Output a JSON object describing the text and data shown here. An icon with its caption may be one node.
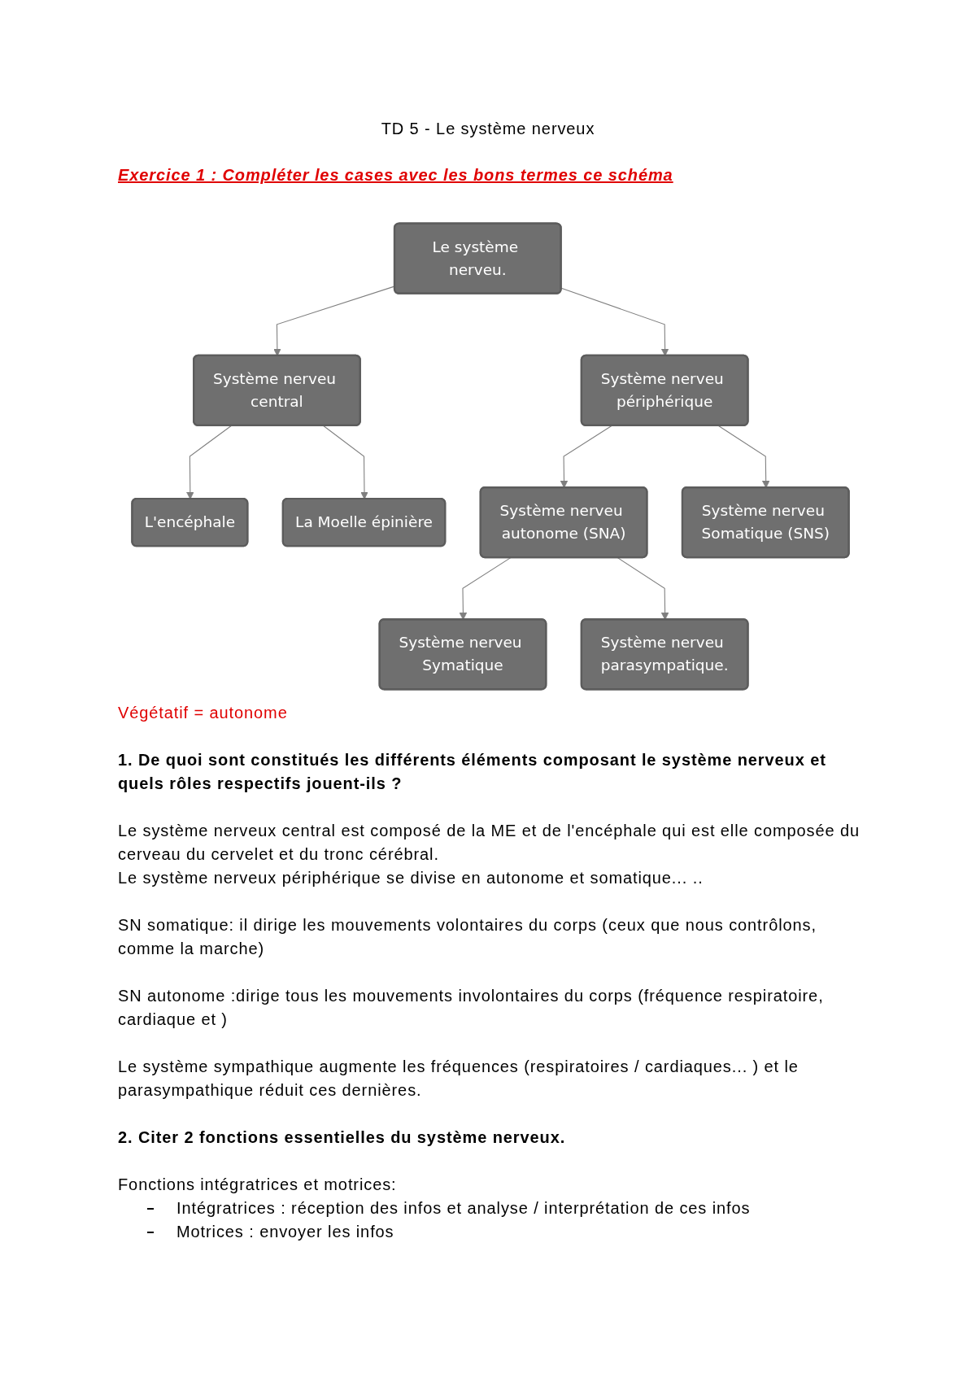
{
  "diagram": {
    "title": "TD 5 - Le système nerveux",
    "nodes": [
      {
        "text": [
          "Le système nerveu."
        ]
      },
      {
        "text": [
          "Système nerveu central"
        ]
      },
      {
        "text": [
          "Système nerveu périphérique"
        ]
      },
      {
        "text": [
          "L'encéphale"
        ]
      },
      {
        "text": [
          "La Moelle épinière"
        ]
      },
      {
        "text": [
          "Système nerveu autonome (SNA)"
        ]
      },
      {
        "text": [
          "Système nerveu Somatique (SNS)"
        ]
      },
      {
        "text": [
          "Système nerveu Symatique"
        ]
      },
      {
        "text": [
          "Système nerveu parasympatique."
        ]
      }
    ],
    "edges": [
      {
        "from": 0,
        "to": 1,
        "arrow": "to"
      },
      {
        "from": 0,
        "to": 2,
        "arrow": "to"
      },
      {
        "from": 1,
        "to": 3,
        "arrow": "to"
      },
      {
        "from": 1,
        "to": 4,
        "arrow": "to"
      },
      {
        "from": 2,
        "to": 5,
        "arrow": "to"
      },
      {
        "from": 2,
        "to": 6,
        "arrow": "to"
      },
      {
        "from": 5,
        "to": 7,
        "arrow": "to"
      },
      {
        "from": 5,
        "to": 8,
        "arrow": "to"
      }
    ],
    "labels": [
      "Exercice 1 : Compléter les cases avec les bons termes ce schéma",
      "Végétatif = autonome",
      "1. De quoi sont constitués les différents éléments composant le système nerveux et quels rôles respectifs jouent-ils ?",
      "Le système nerveux central est composé de la ME et de l'encéphale qui est elle composée du cerveau du cervelet et du tronc cérébral.",
      "Le système nerveux périphérique se divise en autonome et somatique... ..",
      "SN somatique: il dirige les mouvements volontaires du corps (ceux que nous contrôlons, comme la marche)",
      "SN autonome :dirige tous les mouvements involontaires du corps (fréquence respiratoire, cardiaque et )",
      "Le système sympathique augmente les fréquences (respiratoires / cardiaques... ) et le parasympathique réduit ces dernières.",
      "2. Citer 2 fonctions essentielles du système nerveux.",
      "Fonctions intégratrices et motrices:",
      "Intégratrices : réception des infos et analyse / interprétation de ces infos",
      "Motrices : envoyer les infos"
    ]
  }
}
